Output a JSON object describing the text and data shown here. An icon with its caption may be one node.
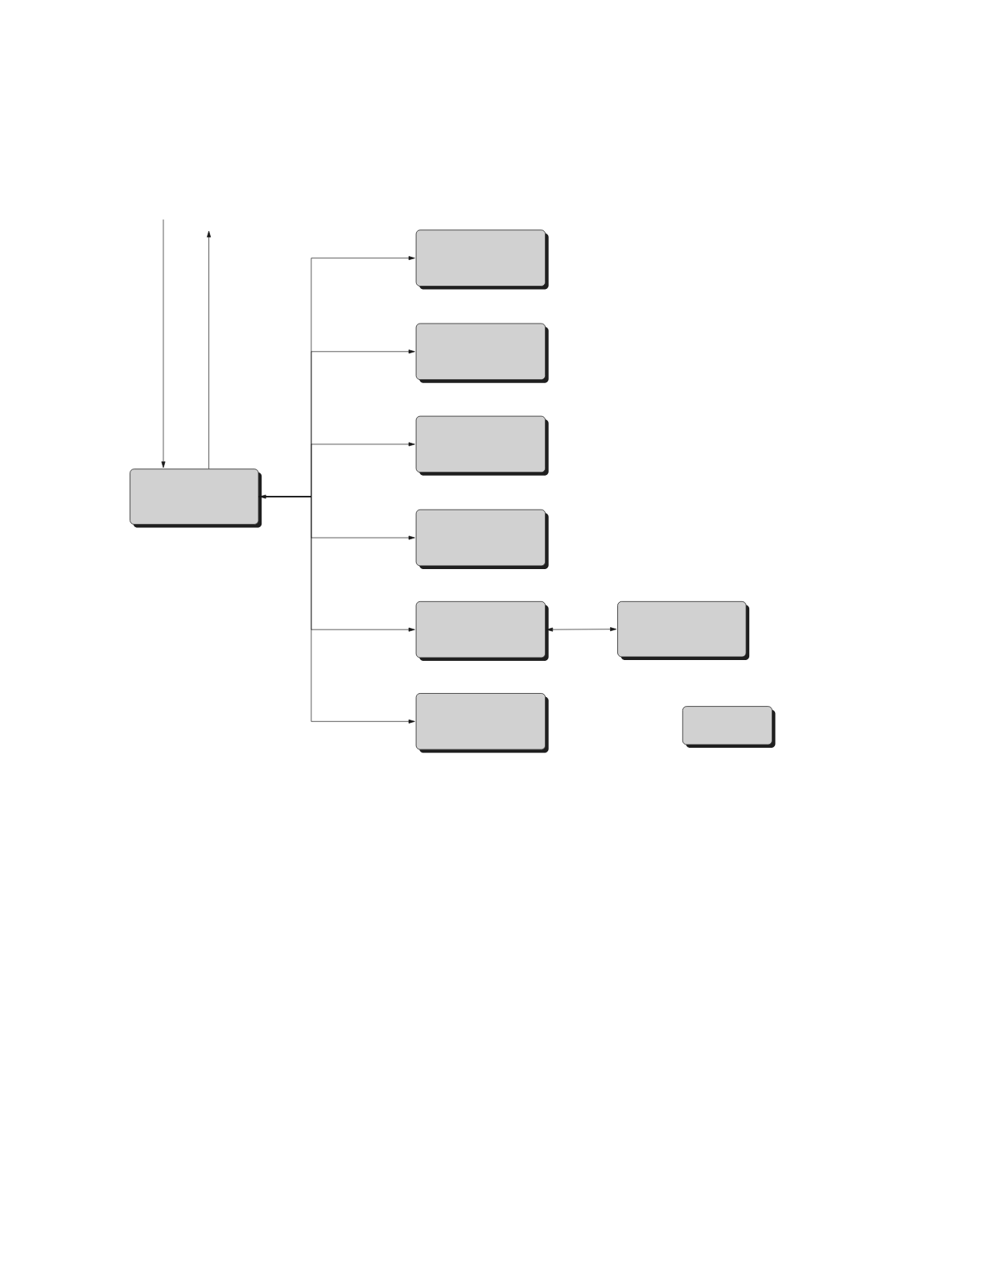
{
  "diagram": {
    "nodes": [
      {
        "text": [],
        "shape": "box"
      },
      {
        "text": [],
        "shape": "box"
      },
      {
        "text": [],
        "shape": "box"
      },
      {
        "text": [],
        "shape": "box"
      },
      {
        "text": [],
        "shape": "box"
      },
      {
        "text": [],
        "shape": "box"
      },
      {
        "text": [],
        "shape": "box"
      },
      {
        "text": [],
        "shape": "box"
      },
      {
        "text": [],
        "shape": "box"
      }
    ],
    "edges": [
      {
        "from": null,
        "to": 0,
        "arrow": "to"
      },
      {
        "from": 0,
        "to": null,
        "arrow": "to"
      },
      {
        "from": 0,
        "to": 1,
        "arrow": "to"
      },
      {
        "from": 0,
        "to": 2,
        "arrow": "to"
      },
      {
        "from": 0,
        "to": 3,
        "arrow": "to"
      },
      {
        "from": 0,
        "to": 4,
        "arrow": "to"
      },
      {
        "from": 0,
        "to": 5,
        "arrow": "to"
      },
      {
        "from": 0,
        "to": 6,
        "arrow": "to"
      },
      {
        "from": null,
        "to": 0,
        "arrow": "to"
      },
      {
        "from": 5,
        "to": 7,
        "arrow": "both"
      }
    ]
  }
}
